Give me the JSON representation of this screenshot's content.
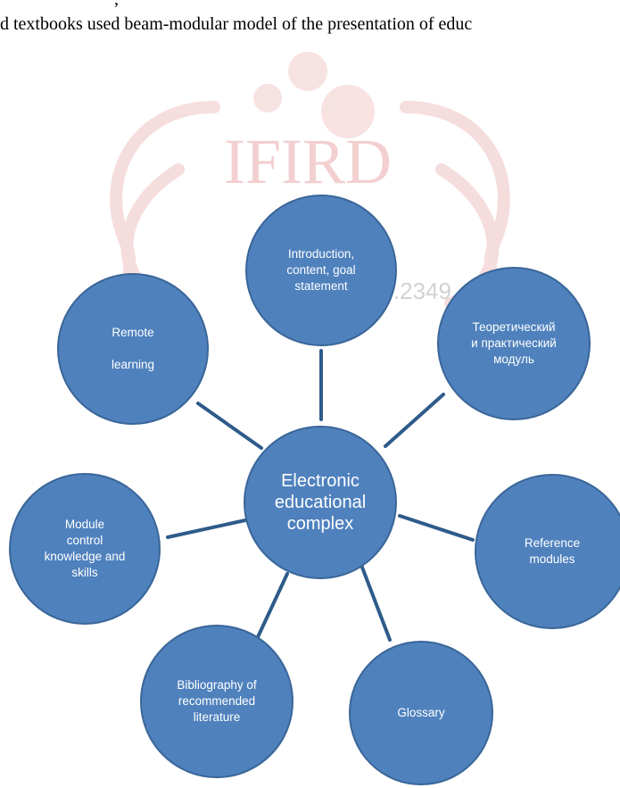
{
  "page": {
    "partial_top_line": ",",
    "intro_text": "d textbooks used beam-modular model of the presentation of educ"
  },
  "watermark": {
    "logo_text": "IFIRD",
    "issn_text": "ISSN NO.2349"
  },
  "diagram": {
    "center": "Electronic\neducational\ncomplex",
    "nodes": {
      "introduction": "Introduction,\ncontent, goal\nstatement",
      "theoretical": "Теоретический\nи практический\nмодуль",
      "reference": "Reference\nmodules",
      "glossary": "Glossary",
      "bibliography": "Bibliography of\nrecommended\nliterature",
      "control": "Module\ncontrol\nknowledge and\nskills",
      "remote": "Remote\n\nlearning"
    },
    "colors": {
      "node_fill": "#4f81bd",
      "node_border": "#3a6698",
      "connector": "#2e5b8a",
      "watermark": "#e8a0a0"
    }
  }
}
